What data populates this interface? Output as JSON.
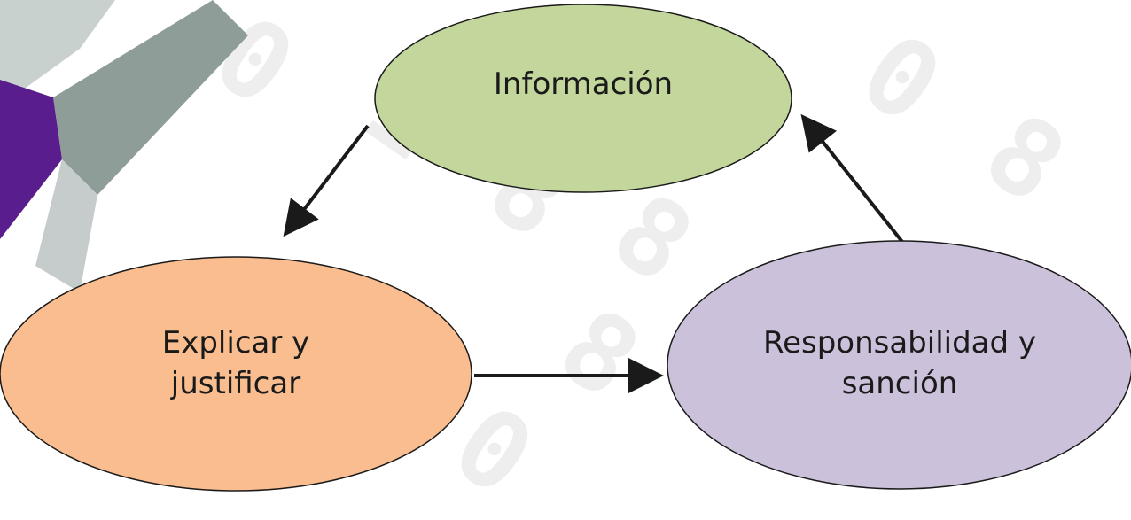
{
  "diagram": {
    "nodes": [
      {
        "id": "informacion",
        "label": "Información",
        "fill": "#c3d69b"
      },
      {
        "id": "explicar",
        "label": "Explicar y\njustificar",
        "fill": "#f9bd8f"
      },
      {
        "id": "responsabilidad",
        "label": "Responsabilidad y\nsanción",
        "fill": "#ccc1da"
      }
    ],
    "edges": [
      {
        "from": "informacion",
        "to": "explicar"
      },
      {
        "from": "explicar",
        "to": "responsabilidad"
      },
      {
        "from": "responsabilidad",
        "to": "informacion"
      }
    ]
  },
  "colors": {
    "outline": "#1a1a1a",
    "logo_purple": "#5a1d8e",
    "logo_gray": "#9aa8a4"
  }
}
